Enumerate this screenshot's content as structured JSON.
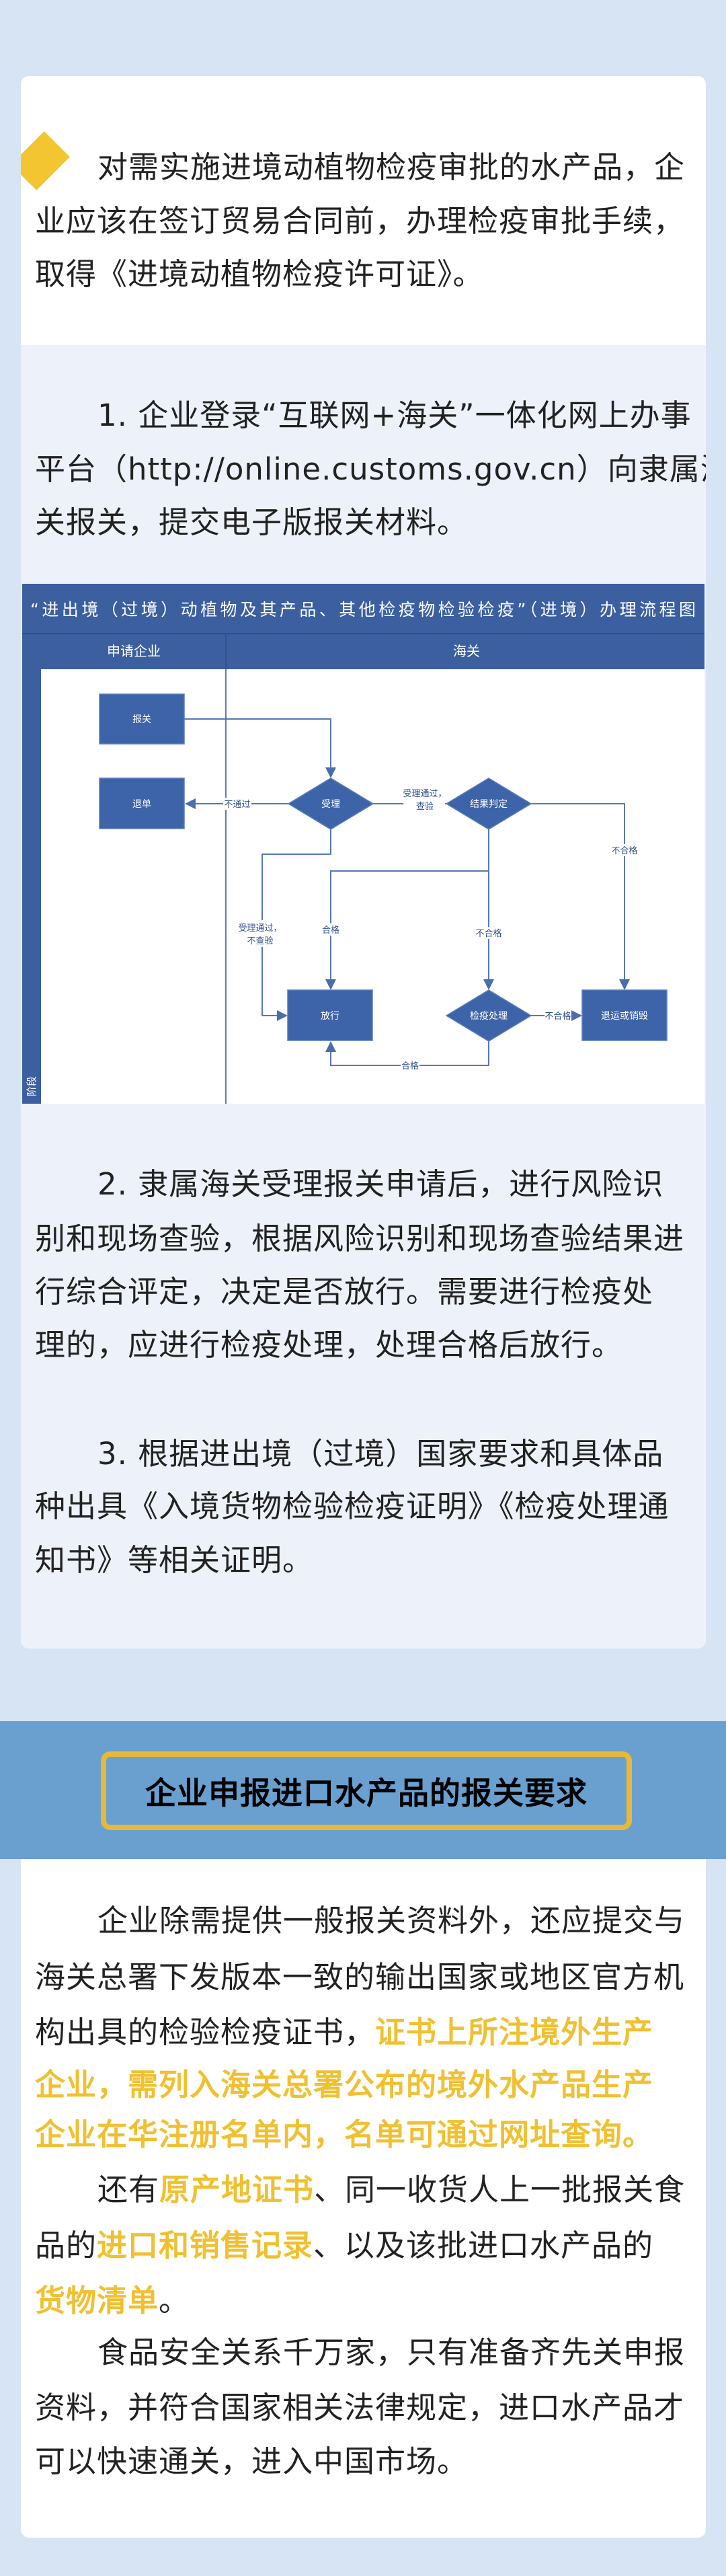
{
  "colors": {
    "background": "#d6e4f4",
    "accent": "#f2c531",
    "banner": "#6aa0cf",
    "chart_blue": "#3d63a8"
  },
  "intro": {
    "bullet_icon": "yellow-diamond",
    "lines": [
      "对需实施进境动植物检疫审批的水产品，企",
      "业应该在签订贸易合同前，办理检疫审批手续，",
      "取得《进境动植物检疫许可证》。"
    ]
  },
  "step1": {
    "lines": [
      "1.  企业登录“互联网+海关”一体化网上办事",
      "平台（http://online.customs.gov.cn）向隶属海",
      "关报关，提交电子版报关材料。"
    ]
  },
  "flowchart": {
    "title": "“进出境（过境）动植物及其产品、其他检疫物检验检疫”（进境）办理流程图",
    "lane_left": "申请企业",
    "lane_right": "海关",
    "stage_label": "阶段",
    "nodes": {
      "declare": "报关",
      "reject": "退单",
      "accept": "受理",
      "judge": "结果判定",
      "release": "放行",
      "treat": "检疫处理",
      "return": "退运或销毁"
    },
    "edges": {
      "not_pass": "不通过",
      "pass_inspect_1": "受理通过，",
      "pass_inspect_2": "查验",
      "pass_no_inspect_1": "受理通过，",
      "pass_no_inspect_2": "不查验",
      "qualified_a": "合格",
      "unqualified_a": "不合格",
      "unqualified_b": "不合格",
      "unqualified_c": "不合格",
      "qualified_b": "合格"
    }
  },
  "step2": {
    "lines": [
      "2.  隶属海关受理报关申请后，进行风险识",
      "别和现场查验，根据风险识别和现场查验结果进",
      "行综合评定，决定是否放行。需要进行检疫处",
      "理的，应进行检疫处理，处理合格后放行。"
    ]
  },
  "step3": {
    "lines": [
      "3.  根据进出境（过境）国家要求和具体品",
      "种出具《入境货物检验检疫证明》《检疫处理通",
      "知书》等相关证明。"
    ]
  },
  "section": {
    "title": "企业申报进口水产品的报关要求"
  },
  "requirements": {
    "lines": [
      [
        {
          "t": "企业除需提供一般报关资料外，还应提交与"
        }
      ],
      [
        {
          "t": "海关总署下发版本一致的输出国家或地区官方机"
        }
      ],
      [
        {
          "t": "构出具的检验检疫证书，"
        },
        {
          "t": "证书上所注境外生产",
          "hl": true
        }
      ],
      [
        {
          "t": "企业，需列入海关总署公布的境外水产品生产",
          "hl": true
        }
      ],
      [
        {
          "t": "企业在华注册名单内，名单可通过网址查询。",
          "hl": true
        }
      ],
      [
        {
          "t": "还有"
        },
        {
          "t": "原产地证书",
          "hl": true
        },
        {
          "t": "、同一收货人上一批报关食"
        }
      ],
      [
        {
          "t": "品的"
        },
        {
          "t": "进口和销售记录",
          "hl": true
        },
        {
          "t": "、以及该批进口水产品的"
        }
      ],
      [
        {
          "t": "货物清单",
          "hl": true
        },
        {
          "t": "。"
        }
      ],
      [
        {
          "t": "食品安全关系千万家，只有准备齐先关申报"
        }
      ],
      [
        {
          "t": "资料，并符合国家相关法律规定，进口水产品才"
        }
      ],
      [
        {
          "t": "可以快速通关，进入中国市场。"
        }
      ]
    ]
  }
}
